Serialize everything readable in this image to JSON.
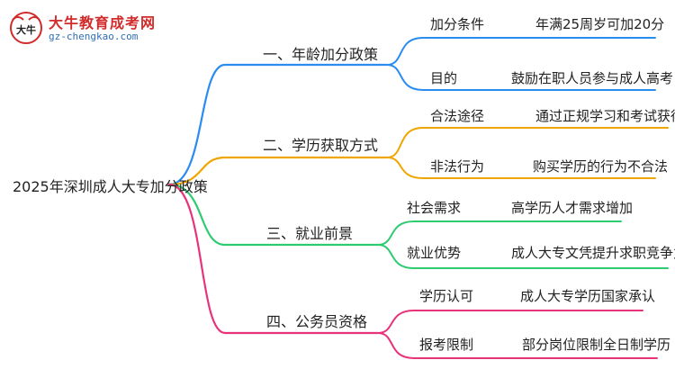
{
  "logo": {
    "name": "大牛教育成考网",
    "url": "gz-chengkao.com",
    "mark_text": "大牛"
  },
  "mindmap": {
    "root": "2025年深圳成人大专加分政策",
    "branches": [
      {
        "label": "一、年龄加分政策",
        "color": "#2b8cf0",
        "items": [
          {
            "key": "加分条件",
            "value": "年满25周岁可加20分"
          },
          {
            "key": "目的",
            "value": "鼓励在职人员参与成人高考"
          }
        ]
      },
      {
        "label": "二、学历获取方式",
        "color": "#f0a500",
        "items": [
          {
            "key": "合法途径",
            "value": "通过正规学习和考试获得"
          },
          {
            "key": "非法行为",
            "value": "购买学历的行为不合法"
          }
        ]
      },
      {
        "label": "三、就业前景",
        "color": "#2ecb71",
        "items": [
          {
            "key": "社会需求",
            "value": "高学历人才需求增加"
          },
          {
            "key": "就业优势",
            "value": "成人大专文凭提升求职竞争力"
          }
        ]
      },
      {
        "label": "四、公务员资格",
        "color": "#e8337a",
        "items": [
          {
            "key": "学历认可",
            "value": "成人大专学历国家承认"
          },
          {
            "key": "报考限制",
            "value": "部分岗位限制全日制学历"
          }
        ]
      }
    ]
  }
}
